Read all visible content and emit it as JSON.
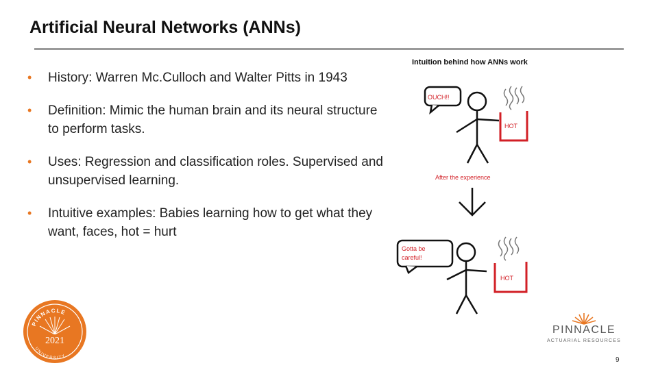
{
  "slide": {
    "title": "Artificial Neural Networks (ANNs)",
    "bullets": [
      {
        "text": "History: Warren Mc.Culloch and Walter Pitts in 1943"
      },
      {
        "text": "Definition: Mimic the human brain and its neural structure to perform tasks."
      },
      {
        "text": "Uses: Regression and classification roles. Supervised and unsupervised learning."
      },
      {
        "text": "Intuitive examples: Babies learning how to get what they want, faces, hot = hurt"
      }
    ],
    "page_number": "9"
  },
  "illustration": {
    "heading": "Intuition behind how ANNs work",
    "speech_1": "OUCH!!",
    "hot_label_1": "HOT",
    "transition": "After the experience",
    "speech_2_line1": "Gotta be",
    "speech_2_line2": "careful!",
    "hot_label_2": "HOT"
  },
  "branding": {
    "seal_year": "2021",
    "seal_top_text": "PINNACLE",
    "seal_bottom_text": "UNIVERSITY",
    "logo_name": "PINNACLE",
    "logo_sub": "ACTUARIAL RESOURCES",
    "accent_color": "#e87722",
    "heat_color": "#d21f26"
  }
}
